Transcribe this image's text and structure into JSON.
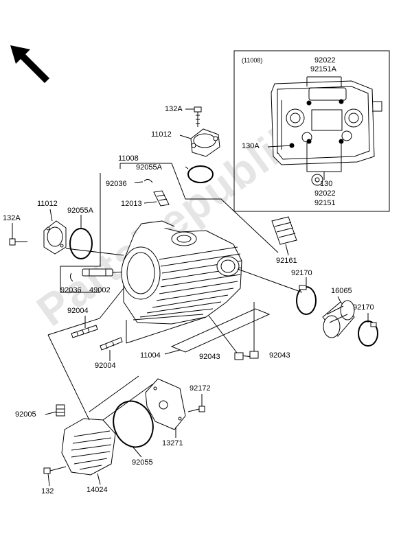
{
  "watermark": "PartsRepublik",
  "inset": {
    "group_ref": "(11008)",
    "top_label_1": "92022",
    "top_label_2": "92151A",
    "side_label": "130A",
    "bottom_label_1": "130",
    "bottom_label_2": "92022",
    "bottom_label_3": "92151"
  },
  "callouts": {
    "p132A_top": "132A",
    "p11012_top": "11012",
    "p11008": "11008",
    "p92055A_top": "92055A",
    "p92036_top": "92036",
    "p12013": "12013",
    "p11012_left": "11012",
    "p92055A_left": "92055A",
    "p132A_left": "132A",
    "p92036_left": "92036",
    "p49002": "49002",
    "p92161": "92161",
    "p92170_a": "92170",
    "p16065": "16065",
    "p92170_b": "92170",
    "p92004_a": "92004",
    "p92004_b": "92004",
    "p11004": "11004",
    "p92043_a": "92043",
    "p92043_b": "92043",
    "p92172": "92172",
    "p92005": "92005",
    "p13271": "13271",
    "p92055": "92055",
    "p132": "132",
    "p14024": "14024"
  },
  "colors": {
    "line": "#000000",
    "part_fill": "#ffffff",
    "watermark": "#b4b4b4"
  }
}
